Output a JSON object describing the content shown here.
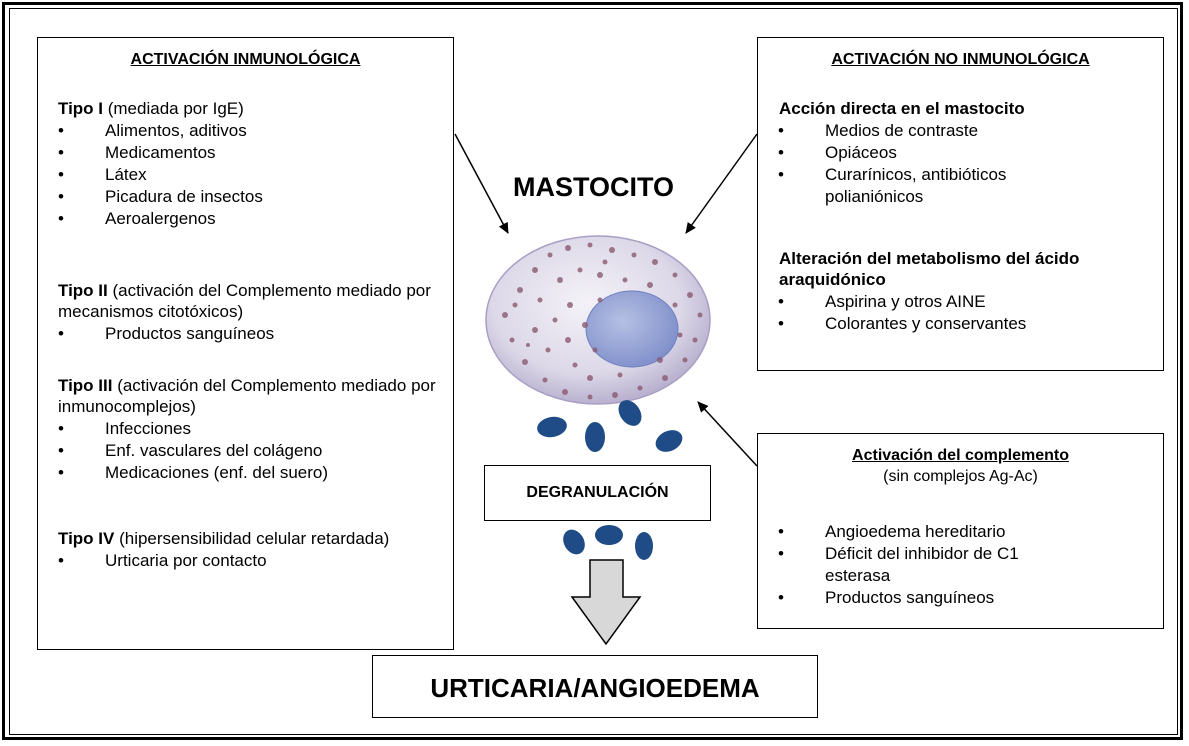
{
  "left": {
    "title": "ACTIVACIÓN INMUNOLÓGICA",
    "groups": [
      {
        "bold": "Tipo I",
        "rest": " (mediada por IgE)",
        "items": [
          "Alimentos, aditivos",
          "Medicamentos",
          "Látex",
          "Picadura de insectos",
          "Aeroalergenos"
        ]
      },
      {
        "bold": "Tipo II",
        "rest": " (activación del Complemento mediado por mecanismos citotóxicos)",
        "items": [
          "Productos sanguíneos"
        ]
      },
      {
        "bold": "Tipo III",
        "rest": " (activación del Complemento mediado por inmunocomplejos)",
        "items": [
          "Infecciones",
          "Enf. vasculares del colágeno",
          "Medicaciones (enf. del suero)"
        ]
      },
      {
        "bold": "Tipo IV",
        "rest": " (hipersensibilidad celular retardada)",
        "items": [
          "Urticaria por contacto"
        ]
      }
    ]
  },
  "right_top": {
    "title": "ACTIVACIÓN NO INMUNOLÓGICA",
    "groups": [
      {
        "bold": "Acción directa en el mastocito",
        "items": [
          "Medios de contraste",
          "Opiáceos",
          "Curarínicos, antibióticos polianiónicos"
        ]
      },
      {
        "bold": "Alteración del metabolismo del ácido araquidónico",
        "items": [
          "Aspirina y otros AINE",
          "Colorantes y conservantes"
        ]
      }
    ]
  },
  "right_bottom": {
    "title": "Activación del complemento",
    "subtitle": "(sin complejos Ag-Ac)",
    "items": [
      "Angioedema hereditario",
      "Déficit del inhibidor de C1 esterasa",
      "Productos sanguíneos"
    ]
  },
  "center": {
    "cell_label": "MASTOCITO",
    "degranulation": "DEGRANULACIÓN",
    "result": "URTICARIA/ANGIOEDEMA"
  },
  "colors": {
    "granule": "#1f4b86",
    "cell_fill": "#dcd8e8",
    "nucleus": "#8f9ed2",
    "dot": "#8a5a70",
    "arrow_fill": "#d8d8d8"
  }
}
